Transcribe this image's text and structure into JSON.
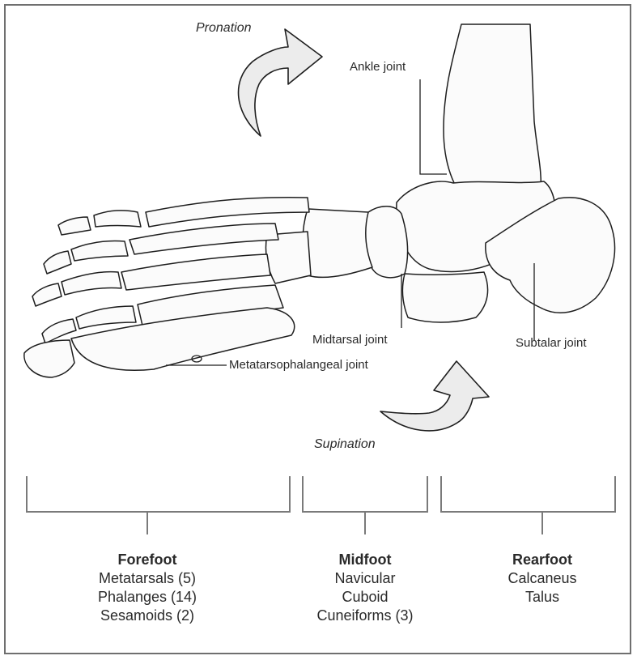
{
  "labels": {
    "pronation": "Pronation",
    "supination": "Supination",
    "ankle_joint": "Ankle joint",
    "midtarsal_joint": "Midtarsal joint",
    "subtalar_joint": "Subtalar joint",
    "mtp_joint": "Metatarsophalangeal joint"
  },
  "groups": [
    {
      "title": "Forefoot",
      "items": [
        "Metatarsals (5)",
        "Phalanges (14)",
        "Sesamoids (2)"
      ]
    },
    {
      "title": "Midfoot",
      "items": [
        "Navicular",
        "Cuboid",
        "Cuneiforms (3)"
      ]
    },
    {
      "title": "Rearfoot",
      "items": [
        "Calcaneus",
        "Talus"
      ]
    }
  ]
}
